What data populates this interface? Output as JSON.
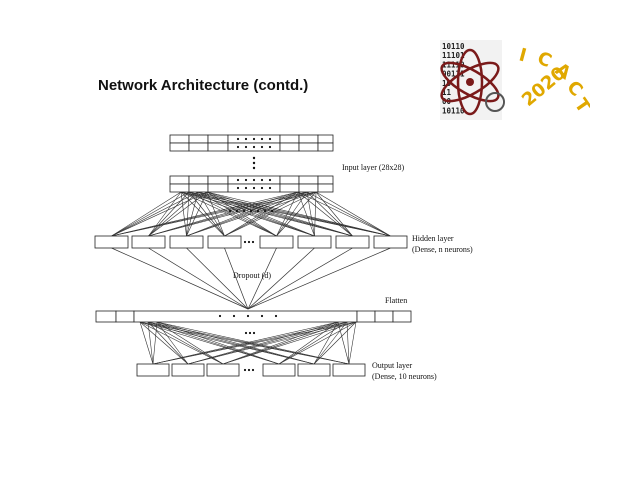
{
  "slide": {
    "title": "Network Architecture (contd.)"
  },
  "logo": {
    "icon": "icact-atom-logo-icon",
    "letters": [
      "I",
      "C",
      "A",
      "C",
      "T"
    ],
    "year": "2020",
    "binary_rows": [
      "10110",
      "11101",
      "11110",
      "00111",
      "10",
      "11",
      "00",
      "10110"
    ],
    "accent_color": "#e0a800",
    "ring_color": "#7a1a1a"
  },
  "diagram": {
    "input_label": "Input layer (28x28)",
    "hidden_label_line1": "Hidden layer",
    "hidden_label_line2": "(Dense, n neurons)",
    "dropout_label": "Dropout (d)",
    "flatten_label": "Flatten",
    "output_label_line1": "Output layer",
    "output_label_line2": "(Dense, 10 neurons)",
    "ellipsis": "• • • • •",
    "hidden_ellipsis": "•••",
    "output_ellipsis": "•••"
  }
}
